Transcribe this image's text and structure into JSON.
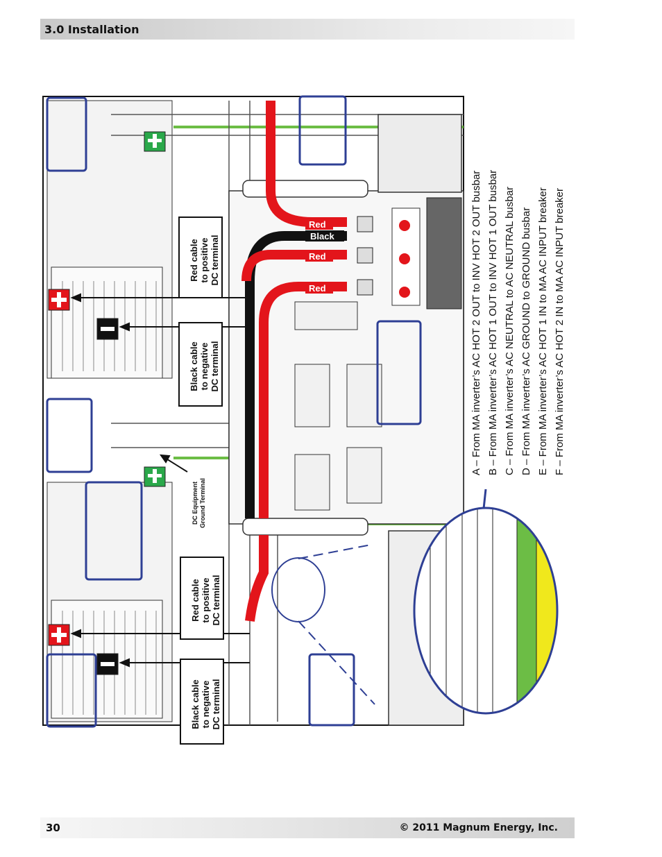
{
  "header": {
    "section_title": "3.0 Installation"
  },
  "footer": {
    "page_number": "30",
    "copyright": "© 2011 Magnum Energy, Inc."
  },
  "figure": {
    "cable_labels": {
      "red_top": "Red",
      "black_top": "Black",
      "red_mid": "Red",
      "red_low": "Red"
    },
    "callouts": {
      "upper_red": [
        "Red cable",
        "to positive",
        "DC terminal"
      ],
      "upper_black": [
        "Black cable",
        "to negative",
        "DC terminal"
      ],
      "ground": [
        "DC Equipment",
        "Ground Terminal"
      ],
      "lower_red": [
        "Red cable",
        "to positive",
        "DC terminal"
      ],
      "lower_black": [
        "Black cable",
        "to negative",
        "DC terminal"
      ]
    },
    "legend": [
      "A – From MA inverter’s AC HOT 2 OUT to INV HOT 2 OUT busbar",
      "B – From MA inverter’s AC HOT 1 OUT to INV HOT 1 OUT busbar",
      "C – From MA inverter’s AC NEUTRAL to AC NEUTRAL busbar",
      "D – From MA inverter’s AC GROUND to GROUND busbar",
      "E – From MA inverter’s AC HOT 1 IN to MA AC INPUT breaker",
      "F – From MA inverter’s AC HOT 2 IN to MA AC INPUT breaker"
    ],
    "colors": {
      "red_cable": "#e3151b",
      "black_cable": "#111111",
      "ground_green": "#6cbd45",
      "neutral_yellow": "#f0e81c",
      "callout_blue": "#2e3f94"
    }
  }
}
